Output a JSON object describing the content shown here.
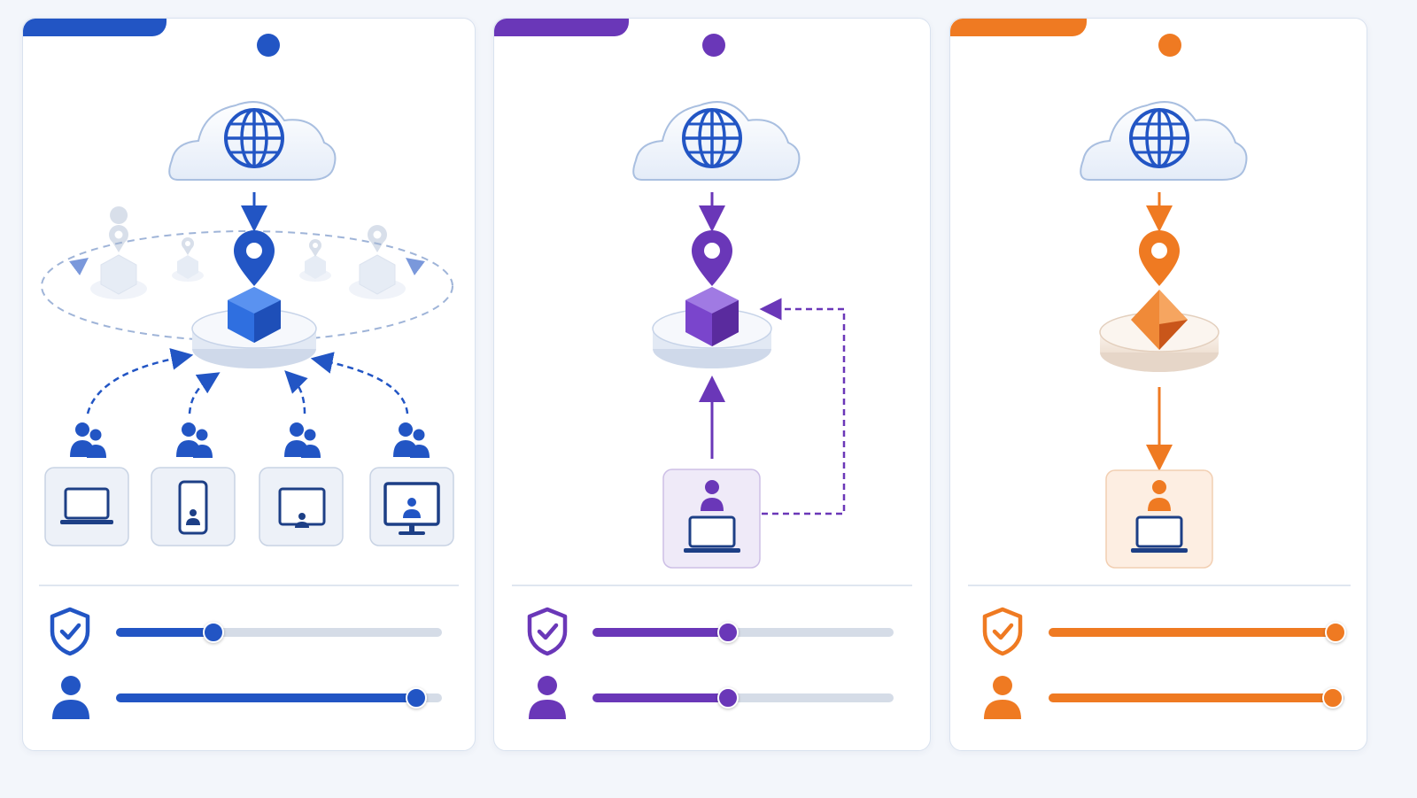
{
  "panels": [
    {
      "id": "multi-tenant",
      "accent": "#2255c4",
      "tint": "#e9eefb",
      "sliders": {
        "security": 0.3,
        "users": 0.92
      }
    },
    {
      "id": "dedicated-shared",
      "accent": "#6a37b8",
      "tint": "#efeaf8",
      "sliders": {
        "security": 0.45,
        "users": 0.45
      }
    },
    {
      "id": "single-tenant",
      "accent": "#ef7a22",
      "tint": "#fdeee2",
      "sliders": {
        "security": 0.97,
        "users": 0.96
      }
    }
  ],
  "icons": {
    "cloud": "cloud-globe-icon",
    "pin": "location-pin-icon",
    "server": "server-platform-icon",
    "shield": "shield-check-icon",
    "user": "user-icon",
    "group": "users-group-icon",
    "laptop": "laptop-icon",
    "phone": "phone-icon",
    "monitor": "monitor-icon"
  }
}
